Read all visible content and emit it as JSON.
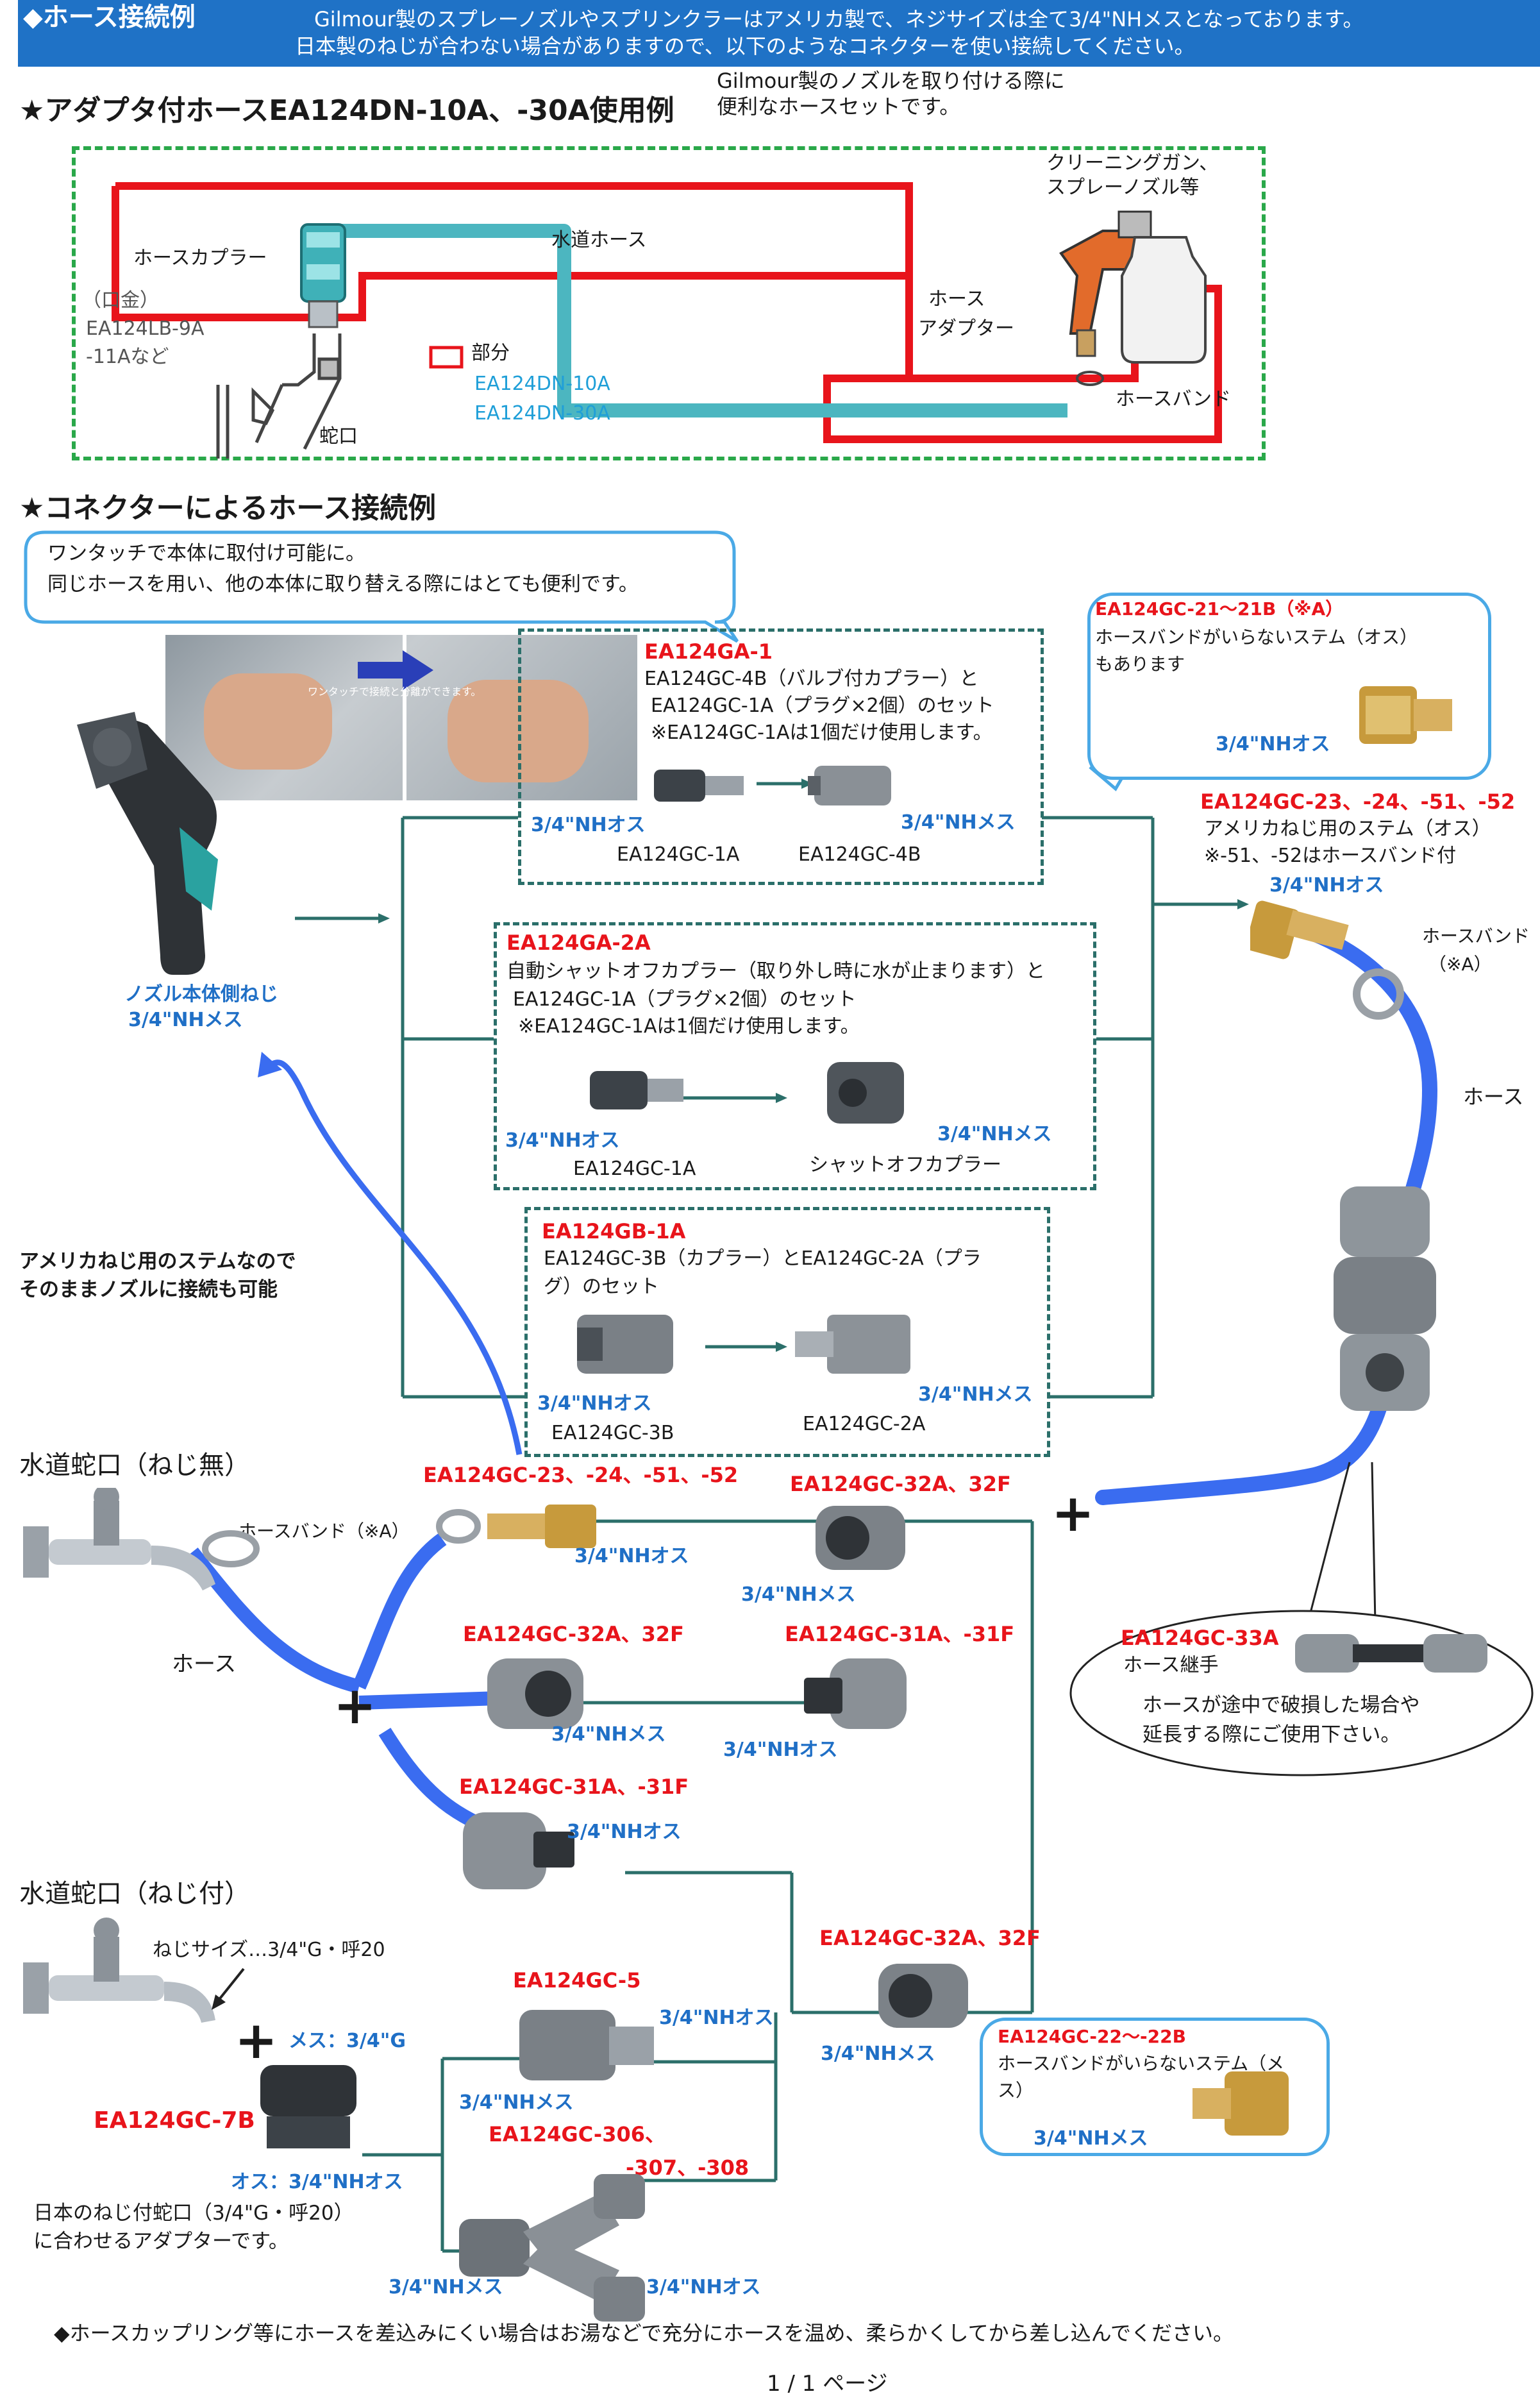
{
  "header": {
    "title": "◆ホース接続例",
    "desc_line1": "Gilmour製のスプレーノズルやスプリンクラーはアメリカ製で、ネジサイズは全て3/4\"NHメスとなっております。",
    "desc_line2": "日本製のねじが合わない場合がありますので、以下のようなコネクターを使い接続してください。",
    "bg_color": "#1f72c6"
  },
  "section1": {
    "title": "★アダプタ付ホースEA124DN-10A、-30A使用例",
    "note_line1": "Gilmour製のノズルを取り付ける際に",
    "note_line2": "便利なホースセットです。",
    "labels": {
      "hose_coupler": "ホースカプラー",
      "kuchigane_1": "（口金）",
      "kuchigane_2": "EA124LB-9A",
      "kuchigane_3": "-11Aなど",
      "water_hose": "水道ホース",
      "jaguchi": "蛇口",
      "part_label": "部分",
      "dn10": "EA124DN-10A",
      "dn30": "EA124DN-30A",
      "gun_1": "クリーニングガン、",
      "gun_2": "スプレーノズル等",
      "adapter_1": "ホース",
      "adapter_2": "アダプター",
      "hose_band": "ホースバンド"
    }
  },
  "section2": {
    "title": "★コネクターによるホース接続例",
    "bubble_line1": "ワンタッチで本体に取付け可能に。",
    "bubble_line2": "同じホースを用い、他の本体に取り替える際にはとても便利です。",
    "photo_caption": "ワンタッチで接続と分離ができます。",
    "nozzle_label_1": "ノズル本体側ねじ",
    "nozzle_label_2": "3/4\"NHメス",
    "america_note_1": "アメリカねじ用のステムなので",
    "america_note_2": "そのままノズルに接続も可能",
    "ga1": {
      "code": "EA124GA-1",
      "line1": "EA124GC-4B（バルブ付カプラー）と",
      "line2": "EA124GC-1A（プラグ×2個）のセット",
      "line3": "※EA124GC-1Aは1個だけ使用します。",
      "left_thread": "3/4\"NHオス",
      "left_name": "EA124GC-1A",
      "right_thread": "3/4\"NHメス",
      "right_name": "EA124GC-4B"
    },
    "ga2a": {
      "code": "EA124GA-2A",
      "line1": "自動シャットオフカプラー（取り外し時に水が止まります）と",
      "line2": "EA124GC-1A（プラグ×2個）のセット",
      "line3": "※EA124GC-1Aは1個だけ使用します。",
      "left_thread": "3/4\"NHオス",
      "left_name": "EA124GC-1A",
      "right_thread": "3/4\"NHメス",
      "right_name": "シャットオフカプラー"
    },
    "gb1a": {
      "code": "EA124GB-1A",
      "line1": "EA124GC-3B（カプラー）とEA124GC-2A（プラ",
      "line2": "グ）のセット",
      "left_thread": "3/4\"NHオス",
      "left_name": "EA124GC-3B",
      "right_thread": "3/4\"NHメス",
      "right_name": "EA124GC-2A"
    },
    "gc21": {
      "code": "EA124GC-21～21B（※A）",
      "line1": "ホースバンドがいらないステム（オス）",
      "line2": "もあります",
      "thread": "3/4\"NHオス"
    },
    "gc23_right": {
      "code": "EA124GC-23、-24、-51、-52",
      "line1": "アメリカねじ用のステム（オス）",
      "line2": "※-51、-52はホースバンド付",
      "thread": "3/4\"NHオス",
      "band_1": "ホースバンド",
      "band_2": "（※A）",
      "hose": "ホース"
    },
    "faucet_plain": {
      "title": "水道蛇口（ねじ無）",
      "band": "ホースバンド（※A）",
      "hose": "ホース",
      "gc23": "EA124GC-23、-24、-51、-52",
      "gc23_thread": "3/4\"NHオス",
      "gc32_top": "EA124GC-32A、32F",
      "gc32_top_thread": "3/4\"NHメス",
      "gc32_mid": "EA124GC-32A、32F",
      "gc32_mid_thread": "3/4\"NHメス",
      "gc31_mid": "EA124GC-31A、-31F",
      "gc31_mid_thread": "3/4\"NHオス",
      "gc31_low": "EA124GC-31A、-31F",
      "gc31_low_thread": "3/4\"NHオス"
    },
    "gc33": {
      "code": "EA124GC-33A",
      "name": "ホース継手",
      "line1": "ホースが途中で破損した場合や",
      "line2": "延長する際にご使用下さい。"
    },
    "faucet_thread": {
      "title": "水道蛇口（ねじ付）",
      "size": "ねじサイズ…3/4\"G・呼20",
      "mesu": "メス：3/4\"G",
      "gc7b": "EA124GC-7B",
      "osu": "オス：3/4\"NHオス",
      "note_1": "日本のねじ付蛇口（3/4\"G・呼20）",
      "note_2": "に合わせるアダプターです。",
      "gc5": "EA124GC-5",
      "gc5_out": "3/4\"NHオス",
      "gc5_in": "3/4\"NHメス",
      "gc306_1": "EA124GC-306、",
      "gc306_2": "-307、-308",
      "y_left": "3/4\"NHメス",
      "y_right": "3/4\"NHオス",
      "gc32_low": "EA124GC-32A、32F",
      "gc32_low_thread": "3/4\"NHメス"
    },
    "gc22": {
      "code": "EA124GC-22～-22B",
      "line1": "ホースバンドがいらないステム（メ",
      "line2": "ス）",
      "thread": "3/4\"NHメス"
    }
  },
  "footer": {
    "note": "◆ホースカップリング等にホースを差込みにくい場合はお湯などで充分にホースを温め、柔らかくしてから差し込んでください。",
    "page": "1 / 1 ページ"
  },
  "plus": "+",
  "colors": {
    "red": "#e8141b",
    "blue": "#1f6fc6",
    "hose_blue": "#3a6cf0",
    "line_green": "#2b6f6a",
    "cyan_hose": "#4cb6c0"
  }
}
